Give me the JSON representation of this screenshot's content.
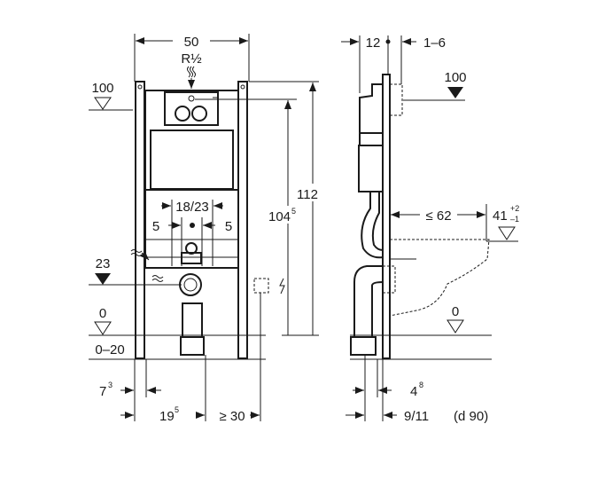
{
  "front_view": {
    "width": "50",
    "supply": "R½",
    "level_top": "100",
    "dim_18_23": "18/23",
    "dim_5_left": "5",
    "dim_5_right": "5",
    "height_104": "104",
    "height_104_sup": "5",
    "height_112": "112",
    "level_23": "23",
    "level_0": "0",
    "floor_range": "0–20",
    "dim_7": "7",
    "dim_7_sup": "3",
    "dim_19": "19",
    "dim_19_sup": "5",
    "dim_30": "≥ 30"
  },
  "side_view": {
    "dim_12": "12",
    "dim_1_6": "1–6",
    "level_top": "100",
    "dim_62": "≤ 62",
    "height_41": "41",
    "tol_plus": "+2",
    "tol_minus": "–1",
    "level_0": "0",
    "dim_4": "4",
    "dim_4_sup": "8",
    "dim_9_11": "9/11",
    "pipe": "(d 90)"
  }
}
